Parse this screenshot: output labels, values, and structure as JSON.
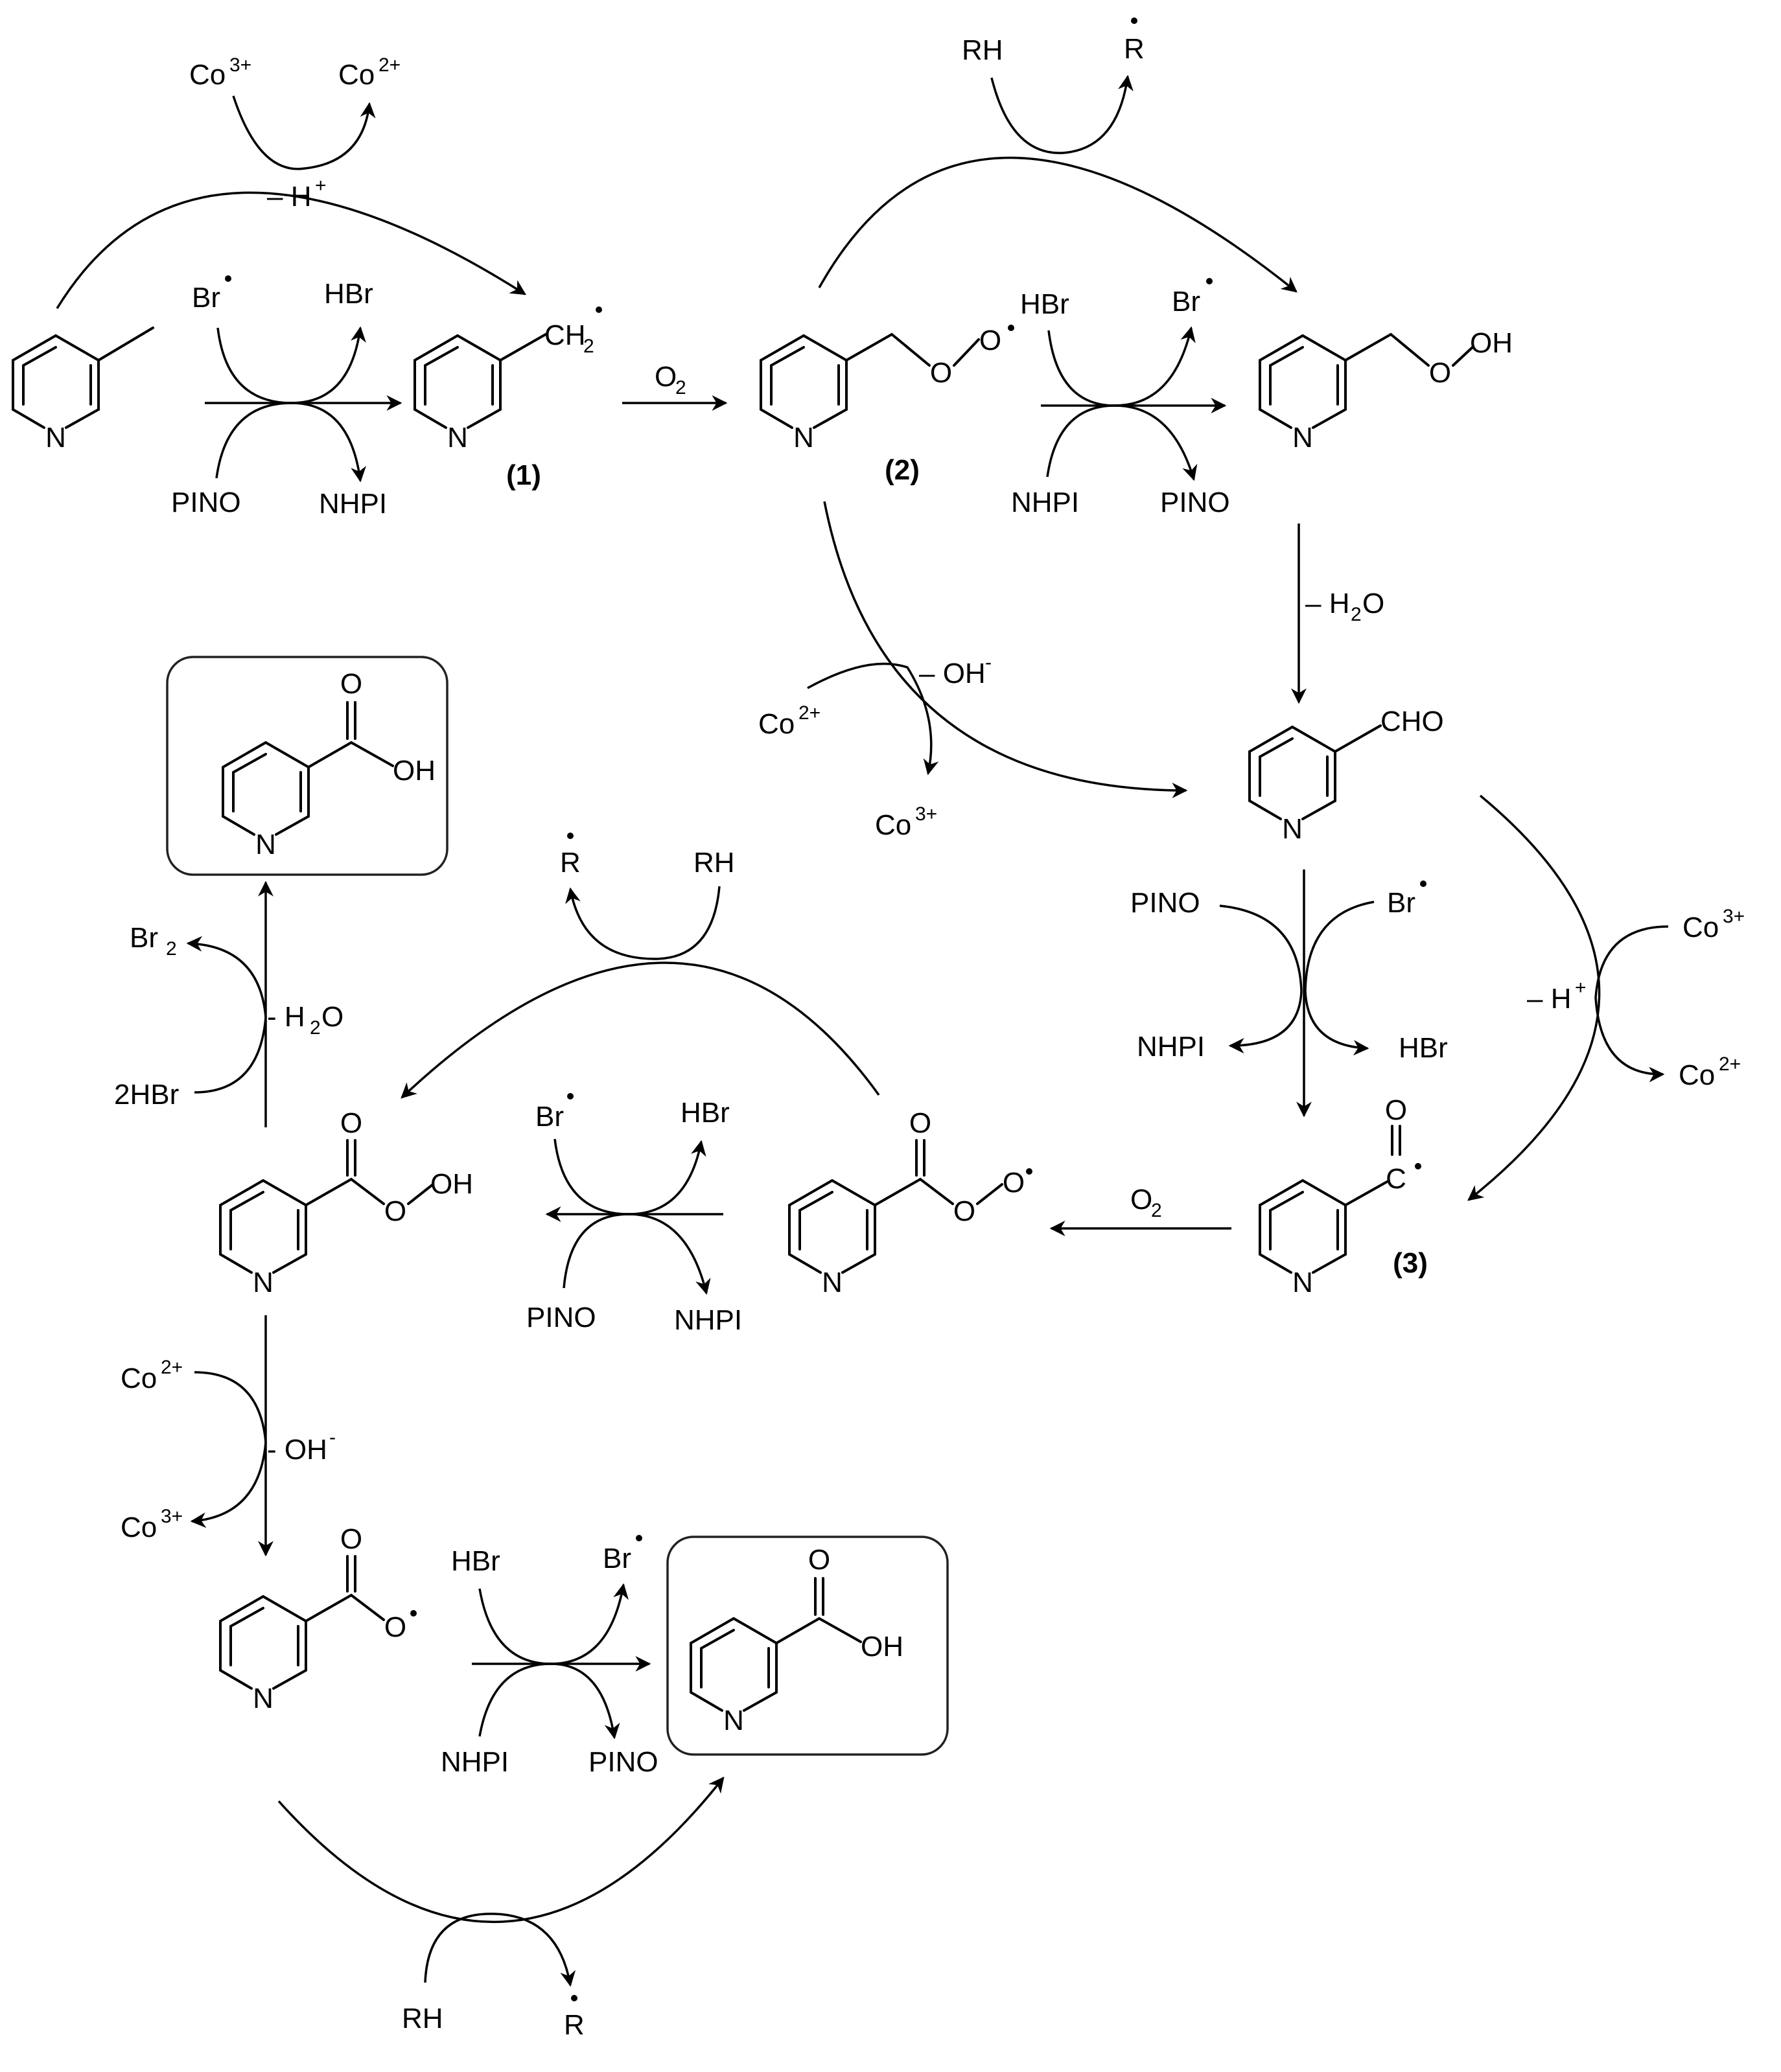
{
  "reagents": {
    "co2": "Co",
    "co2_charge": "2+",
    "co3": "Co",
    "co3_charge": "3+",
    "minus_h": "– H",
    "plus": "+",
    "minus_oh": "– OH",
    "minus_oh_b": "- OH",
    "minus": "-",
    "minus_h2o": "– H",
    "minus_h2o_b": "- H",
    "h2o_2": "2",
    "h2o_o": "O",
    "br": "Br",
    "hbr": "HBr",
    "br2": "Br",
    "br2_sub": "2",
    "two_hbr": "2HBr",
    "pino": "PINO",
    "nhpi": "NHPI",
    "rh": "RH",
    "r": "R",
    "o2": "O",
    "o2_sub": "2"
  },
  "atoms": {
    "n": "N",
    "ch2": "CH",
    "ch2_sub": "2",
    "o": "O",
    "oh": "OH",
    "cho": "CHO",
    "c": "C"
  },
  "compounds": {
    "c1": "(1)",
    "c2": "(2)",
    "c3": "(3)"
  },
  "colors": {
    "ink": "#000000",
    "box": "#222222",
    "background": "#ffffff"
  }
}
